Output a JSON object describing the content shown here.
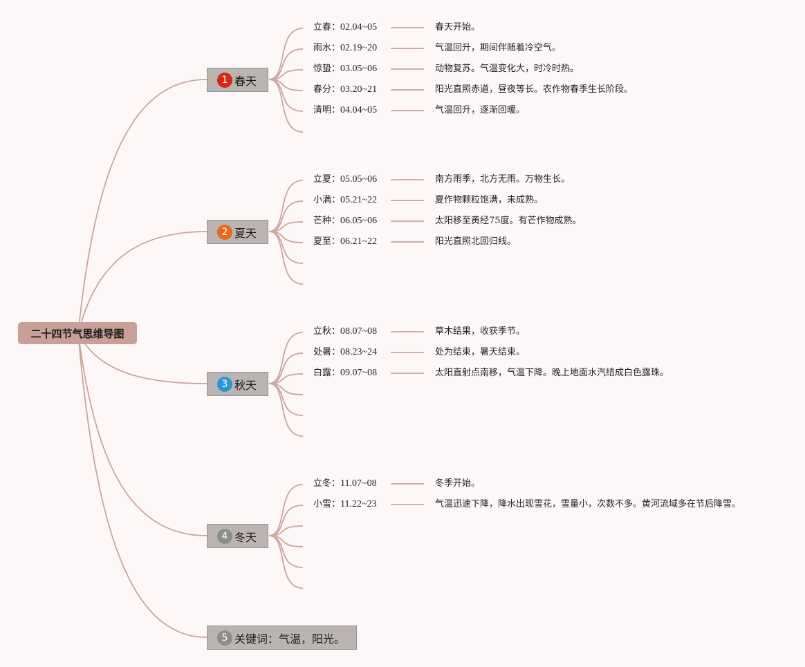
{
  "root": {
    "title": "二十四节气思维导图"
  },
  "colors": {
    "line": "#c9a59d",
    "root_bg": "#c8a098",
    "branch_bg": "#bcb4b2",
    "branch_border": "#7d9c97"
  },
  "branches": [
    {
      "num": "1",
      "label": "春天",
      "badge_color": "#d8261a",
      "terms": [
        {
          "name": "立春：",
          "date": "02.04~05",
          "desc": "春天开始。"
        },
        {
          "name": "雨水：",
          "date": "02.19~20",
          "desc": "气温回升，期间伴随着冷空气。"
        },
        {
          "name": "惊蛰：",
          "date": "03.05~06",
          "desc": "动物复苏。气温变化大，时冷时热。"
        },
        {
          "name": "春分：",
          "date": "03.20~21",
          "desc": "阳光直照赤道，昼夜等长。农作物春季生长阶段。"
        },
        {
          "name": "清明：",
          "date": "04.04~05",
          "desc": "气温回升，逐渐回暖。"
        }
      ],
      "empty_slots": 1
    },
    {
      "num": "2",
      "label": "夏天",
      "badge_color": "#e8671c",
      "terms": [
        {
          "name": "立夏：",
          "date": "05.05~06",
          "desc": "南方雨季，北方无雨。万物生长。"
        },
        {
          "name": "小满：",
          "date": "05.21~22",
          "desc": "夏作物颗粒饱满，未成熟。"
        },
        {
          "name": "芒种：",
          "date": "06.05~06",
          "desc": "太阳移至黄经75度。有芒作物成熟。"
        },
        {
          "name": "夏至：",
          "date": "06.21~22",
          "desc": "阳光直照北回归线。"
        }
      ],
      "empty_slots": 2
    },
    {
      "num": "3",
      "label": "秋天",
      "badge_color": "#2b96d6",
      "terms": [
        {
          "name": "立秋：",
          "date": "08.07~08",
          "desc": "草木结果，收获季节。"
        },
        {
          "name": "处暑：",
          "date": "08.23~24",
          "desc": "处为结束，暑天结束。"
        },
        {
          "name": "白露：",
          "date": "09.07~08",
          "desc": "太阳直射点南移，气温下降。晚上地面水汽结成白色露珠。"
        }
      ],
      "empty_slots": 3
    },
    {
      "num": "4",
      "label": "冬天",
      "badge_color": "#8d8d8d",
      "terms": [
        {
          "name": "立冬：",
          "date": "11.07~08",
          "desc": "冬季开始。"
        },
        {
          "name": "小雪：",
          "date": "11.22~23",
          "desc": "气温迅速下降，降水出现雪花，雪量小，次数不多。黄河流域多在节后降雪。"
        }
      ],
      "empty_slots": 4
    },
    {
      "num": "5",
      "label": "关键词：气温，阳光。",
      "badge_color": "#8d8d8d",
      "terms": [],
      "empty_slots": 0
    }
  ]
}
